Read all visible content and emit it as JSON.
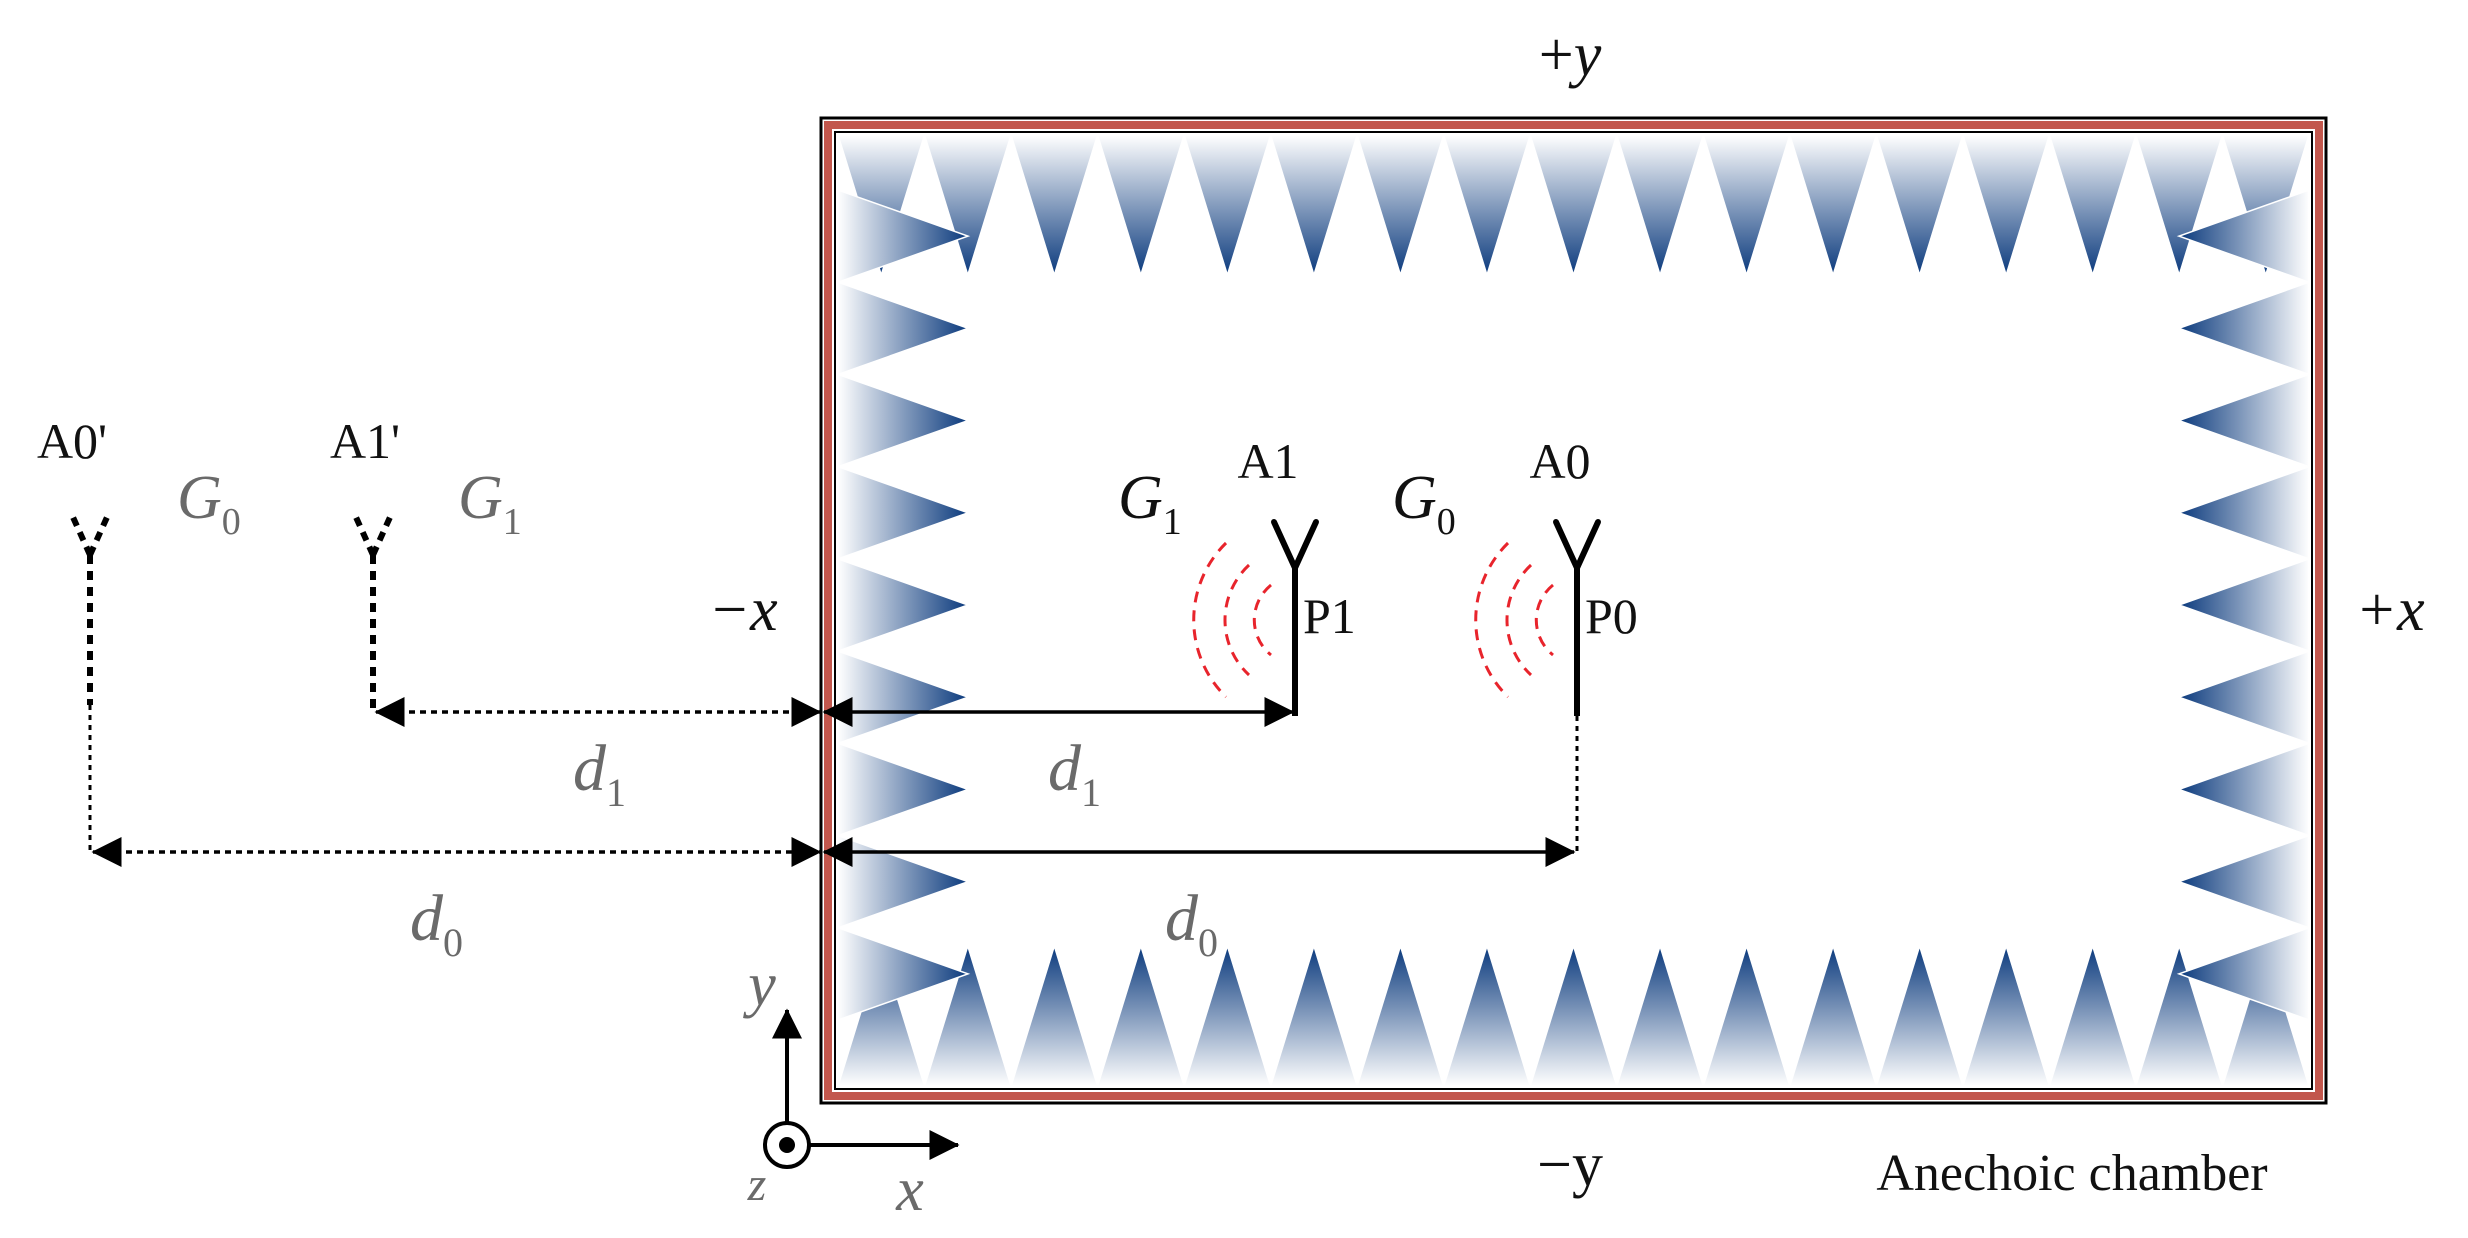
{
  "labels": {
    "plus_y": "+y",
    "minus_y": "−y",
    "plus_x": "+x",
    "minus_x": "−x",
    "chamber": "Anechoic chamber"
  },
  "antennas": {
    "a0_real": "A0",
    "a1_real": "A1",
    "a0_image": "A0'",
    "a1_image": "A1'",
    "p0": "P0",
    "p1": "P1"
  },
  "gains": {
    "g": "G",
    "sub0": "0",
    "sub1": "1"
  },
  "distances": {
    "d": "d",
    "sub0": "0",
    "sub1": "1"
  },
  "axes": {
    "x": "x",
    "y": "y",
    "z": "z"
  },
  "colors": {
    "absorber_dark": "#0b3a7d",
    "absorber_light": "#ffffff",
    "wall_red": "#c2574d",
    "wave_red": "#e8242c",
    "line": "#000000"
  }
}
